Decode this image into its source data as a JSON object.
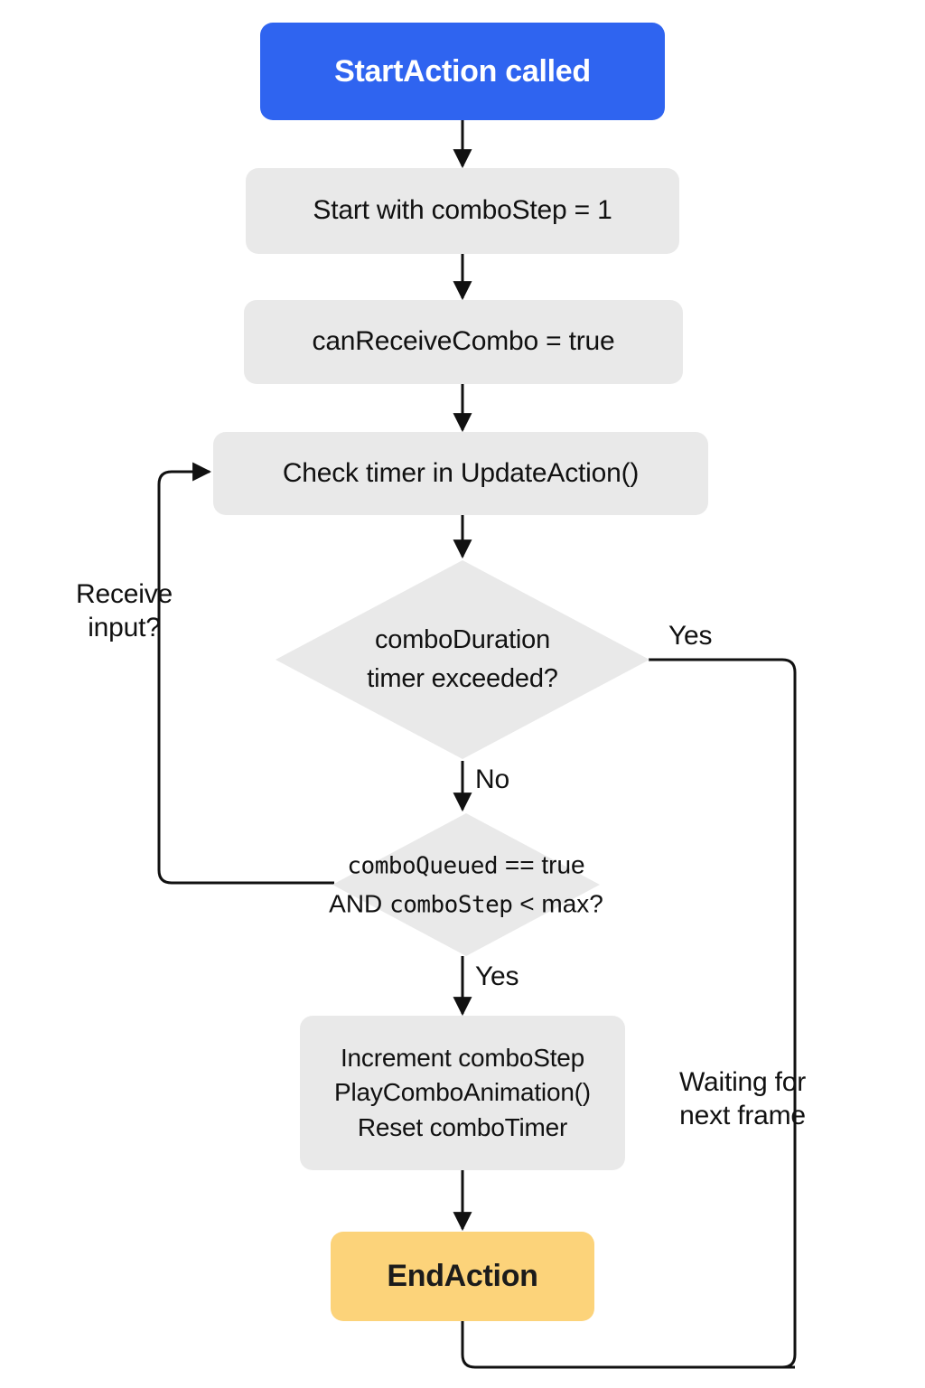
{
  "diagram": {
    "title": "Combo action flow",
    "colors": {
      "start_fill": "#2F64F0",
      "start_text": "#FFFFFF",
      "process_fill": "#E9E9E9",
      "decision_fill": "#E9E9E9",
      "end_fill": "#FCD37A",
      "text": "#111111",
      "edge": "#111111",
      "background": "#FFFFFF"
    },
    "nodes": {
      "start": {
        "label": "StartAction called",
        "shape": "rounded-rect",
        "role": "start"
      },
      "init_step": {
        "label": "Start with comboStep = 1",
        "shape": "rounded-rect",
        "role": "process"
      },
      "can_receive": {
        "label": "canReceiveCombo = true",
        "shape": "rounded-rect",
        "role": "process"
      },
      "check_timer": {
        "label": "Check timer in UpdateAction()",
        "shape": "rounded-rect",
        "role": "process"
      },
      "decision_timer": {
        "shape": "diamond",
        "role": "decision",
        "line1": "comboDuration",
        "line2": "timer exceeded?"
      },
      "decision_queued": {
        "shape": "diamond",
        "role": "decision",
        "line1_mono": "comboQueued",
        "line1_rest": " == true",
        "line2_pre": "AND ",
        "line2_mono": "comboStep",
        "line2_rest": " < max?"
      },
      "increment": {
        "shape": "rounded-rect",
        "role": "process",
        "line1": "Increment comboStep",
        "line2": "PlayComboAnimation()",
        "line3": "Reset comboTimer"
      },
      "end": {
        "label": "EndAction",
        "shape": "rounded-rect",
        "role": "end"
      }
    },
    "edge_labels": {
      "receive_input_1": "Receive",
      "receive_input_2": "input?",
      "yes_timer": "Yes",
      "no_timer": "No",
      "yes_queued": "Yes",
      "waiting_1": "Waiting for",
      "waiting_2": "next frame"
    }
  }
}
